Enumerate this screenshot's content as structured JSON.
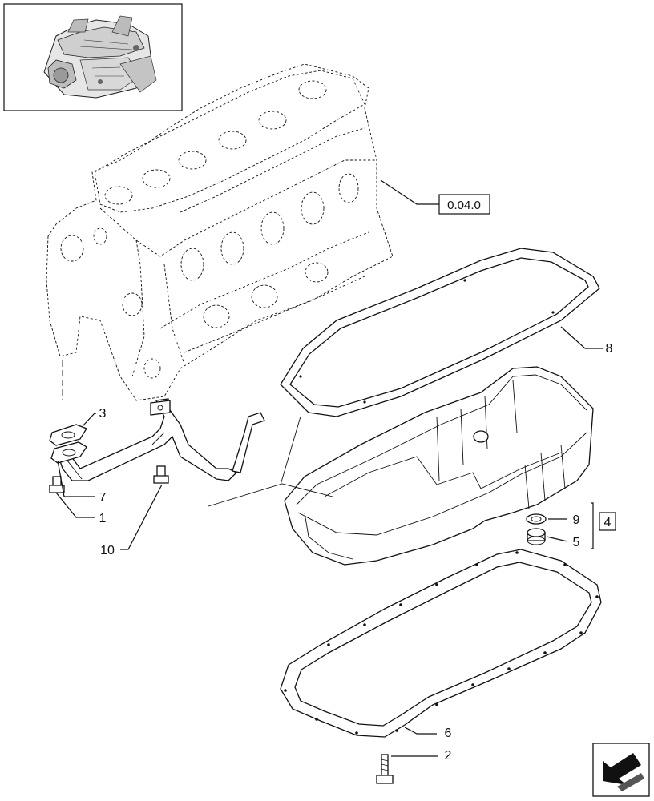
{
  "diagram": {
    "reference_box": "0.04.0",
    "group_box": "4",
    "callouts": [
      {
        "id": "c1",
        "text": "1"
      },
      {
        "id": "c2",
        "text": "2"
      },
      {
        "id": "c3",
        "text": "3"
      },
      {
        "id": "c5",
        "text": "5"
      },
      {
        "id": "c6",
        "text": "6"
      },
      {
        "id": "c7",
        "text": "7"
      },
      {
        "id": "c8",
        "text": "8"
      },
      {
        "id": "c9",
        "text": "9"
      },
      {
        "id": "c10",
        "text": "10"
      }
    ],
    "icons": {
      "thumbnail": "engine-thumbnail-icon",
      "navigation": "back-arrow-icon"
    }
  }
}
